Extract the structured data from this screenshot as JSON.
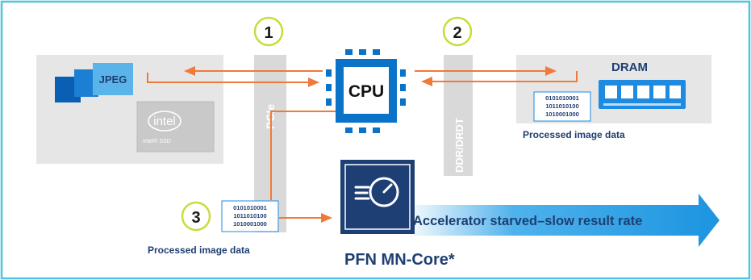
{
  "colors": {
    "frame": "#4fc3e0",
    "panel": "#e6e6e6",
    "bar": "#d9d9d9",
    "arrow": "#f07a3a",
    "cpu": "#0a73c7",
    "navy": "#1e3f73",
    "accent_blue": "#2f8fd6",
    "marker": "#c8dc3c"
  },
  "markers": [
    "1",
    "2",
    "3"
  ],
  "source": {
    "jpeg_label": "JPEG",
    "ssd_logo": "intel",
    "ssd_caption": "Intel® SSD"
  },
  "links": {
    "pcie_label": "PCIe",
    "ddr_label": "DDR/DRDT"
  },
  "cpu_label": "CPU",
  "dram": {
    "label": "DRAM",
    "binary": [
      "0101010001",
      "1011010100",
      "1010001000"
    ],
    "caption": "Processed image data"
  },
  "staging": {
    "binary": [
      "0101010001",
      "1011010100",
      "1010001000"
    ],
    "caption": "Processed image data"
  },
  "accelerator": {
    "name": "PFN MN-Core*",
    "status": "Accelerator starved–slow result rate"
  }
}
